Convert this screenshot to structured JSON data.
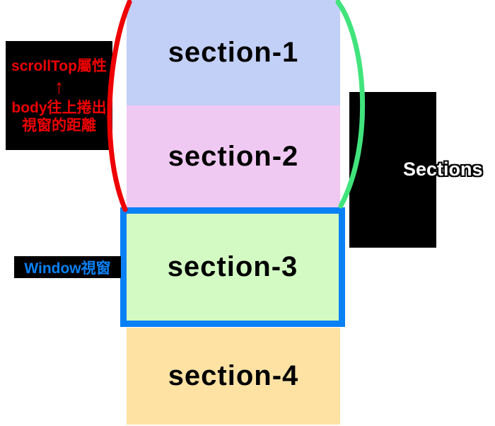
{
  "diagram": {
    "title": "scrollTop property illustration",
    "sections": [
      {
        "id": "section-1",
        "label": "section-1",
        "color": "#c2cff7"
      },
      {
        "id": "section-2",
        "label": "section-2",
        "color": "#f0c9f3"
      },
      {
        "id": "section-3",
        "label": "section-3",
        "color": "#d3fac3"
      },
      {
        "id": "section-4",
        "label": "section-4",
        "color": "#fde2a3"
      }
    ],
    "annotations": {
      "scrolltop": {
        "line1": "scrollTop屬性",
        "arrow": "↑",
        "line2": "body往上捲出",
        "line3": "視窗的距離",
        "text_color": "#ee0000",
        "background": "#000000"
      },
      "window_label": {
        "text": "Window視窗",
        "text_color": "#0a80f5",
        "background": "#000000"
      },
      "right_label": {
        "text": "Sections",
        "text_color": "#ffffff",
        "background": "#000000"
      }
    },
    "colors": {
      "viewport_border": "#0a80f5",
      "left_arc": "#ee0000",
      "right_arc": "#41e47c",
      "section_text": "#000000",
      "page_background": "#ffffff"
    }
  }
}
